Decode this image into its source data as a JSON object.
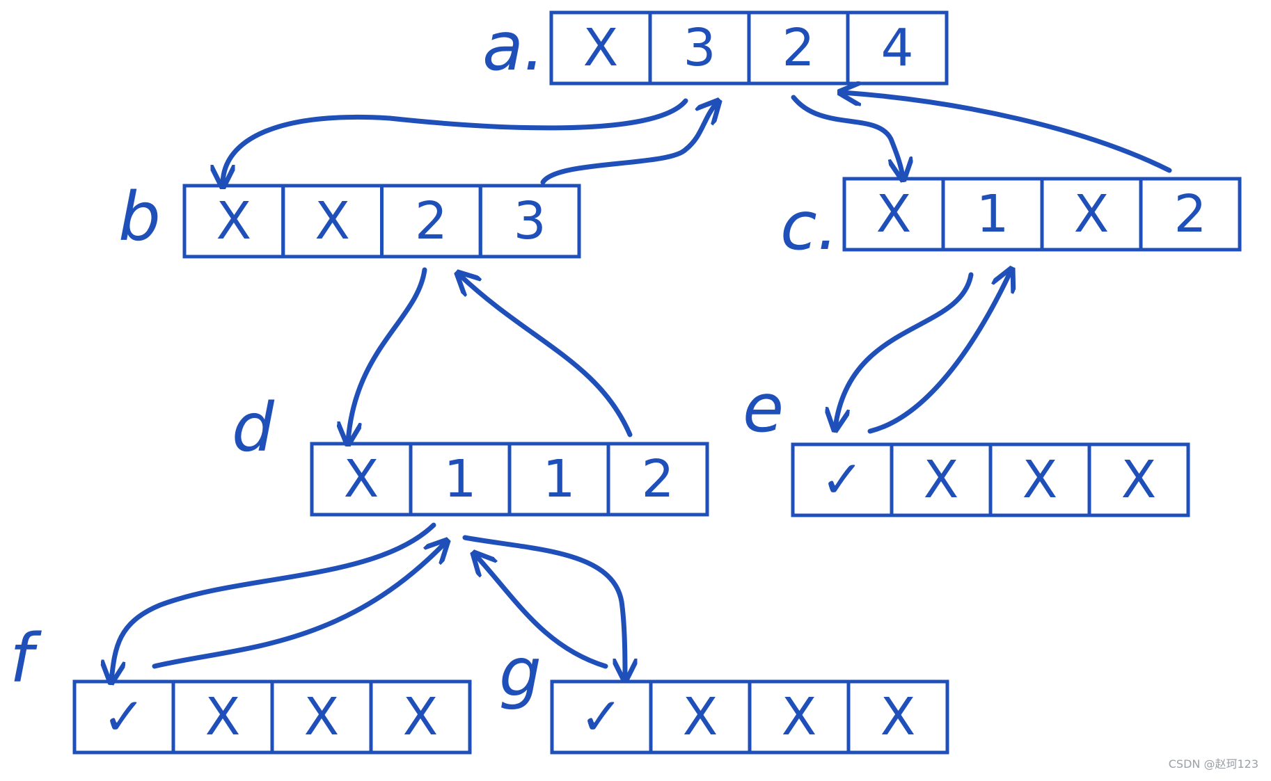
{
  "colors": {
    "ink": "#1f4fb8",
    "background": "#ffffff"
  },
  "nodes": [
    {
      "id": "a",
      "label": "a.",
      "cells": [
        "X",
        "3",
        "2",
        "4"
      ]
    },
    {
      "id": "b",
      "label": "b",
      "cells": [
        "X",
        "X",
        "2",
        "3"
      ]
    },
    {
      "id": "c",
      "label": "c.",
      "cells": [
        "X",
        "1",
        "X",
        "2"
      ]
    },
    {
      "id": "d",
      "label": "d",
      "cells": [
        "X",
        "1",
        "1",
        "2"
      ]
    },
    {
      "id": "e",
      "label": "e",
      "cells": [
        "✓",
        "X",
        "X",
        "X"
      ]
    },
    {
      "id": "f",
      "label": "f",
      "cells": [
        "✓",
        "X",
        "X",
        "X"
      ]
    },
    {
      "id": "g",
      "label": "g",
      "cells": [
        "✓",
        "X",
        "X",
        "X"
      ]
    }
  ],
  "edges": [
    {
      "from": "a",
      "to": "b"
    },
    {
      "from": "b",
      "to": "a"
    },
    {
      "from": "a",
      "to": "c"
    },
    {
      "from": "c",
      "to": "a"
    },
    {
      "from": "b",
      "to": "d"
    },
    {
      "from": "d",
      "to": "b"
    },
    {
      "from": "c",
      "to": "e"
    },
    {
      "from": "e",
      "to": "c"
    },
    {
      "from": "d",
      "to": "f"
    },
    {
      "from": "f",
      "to": "d"
    },
    {
      "from": "d",
      "to": "g"
    },
    {
      "from": "g",
      "to": "d"
    }
  ],
  "watermark": "CSDN @赵珂123"
}
